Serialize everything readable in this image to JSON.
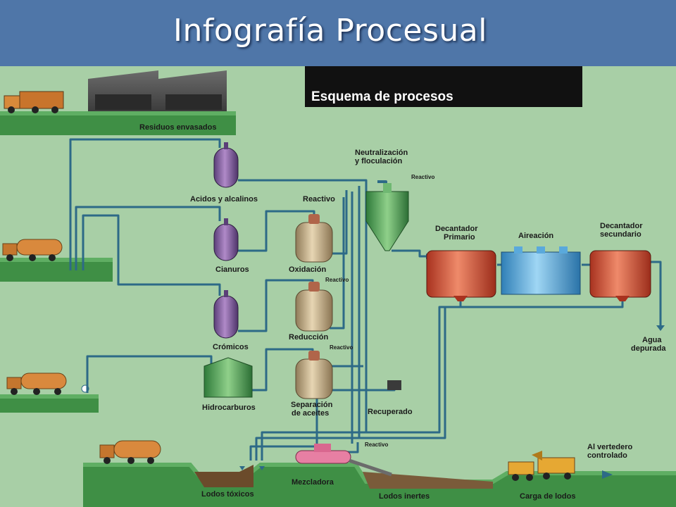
{
  "title": "Infografía Procesual",
  "header": "Esquema de procesos",
  "labels": {
    "residuos": "Residuos envasados",
    "acidos": "Acidos y alcalinos",
    "cianuros": "Cianuros",
    "cromicos": "Crómicos",
    "hidrocarburos": "Hidrocarburos",
    "reactivo_top": "Reactivo",
    "oxidacion": "Oxidación",
    "reactivo_red": "Reactivo",
    "reduccion": "Reducción",
    "reactivo_sep": "Reactivo",
    "separacion_1": "Separación",
    "separacion_2": "de aceites",
    "recuperado": "Recuperado",
    "neutralizacion_1": "Neutralización",
    "neutralizacion_2": "y floculación",
    "reactivo_neu": "Reactivo",
    "decantador_p1": "Decantador",
    "decantador_p2": "Primario",
    "aireacion": "Aireación",
    "decantador_s1": "Decantador",
    "decantador_s2": "secundario",
    "agua_1": "Agua",
    "agua_2": "depurada",
    "reactivo_mez": "Reactivo",
    "lodos_toxicos": "Lodos tóxicos",
    "mezcladora": "Mezcladora",
    "lodos_inertes": "Lodos inertes",
    "carga_lodos": "Carga de lodos",
    "vertedero_1": "Al vertedero",
    "vertedero_2": "controlado"
  },
  "colors": {
    "title_bar": "#4f76a8",
    "background": "#a8cfa6",
    "pipe": "#2d6a87",
    "tank_purple": "#8a5fa6",
    "tank_beige": "#c9b48c",
    "tank_green": "#5aa35d",
    "tank_red": "#d4563f",
    "tank_blue": "#5aa9dc"
  }
}
